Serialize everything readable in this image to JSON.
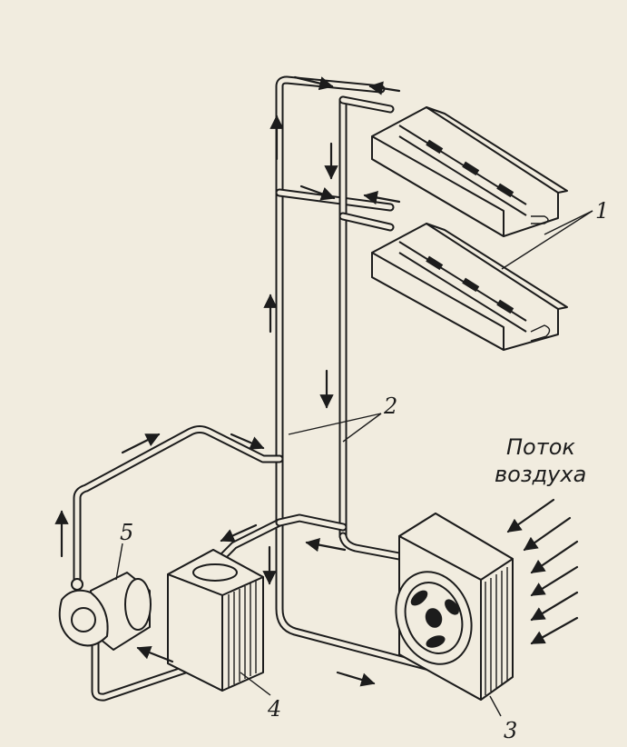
{
  "labels": {
    "heat_exchanger_top": "1",
    "pipes": "2",
    "condenser": "3",
    "receiver": "4",
    "compressor": "5"
  },
  "caption": {
    "line1": "Поток",
    "line2": "воздуха"
  },
  "colors": {
    "ink": "#1c1c1c",
    "paper": "#f1ecdf"
  }
}
